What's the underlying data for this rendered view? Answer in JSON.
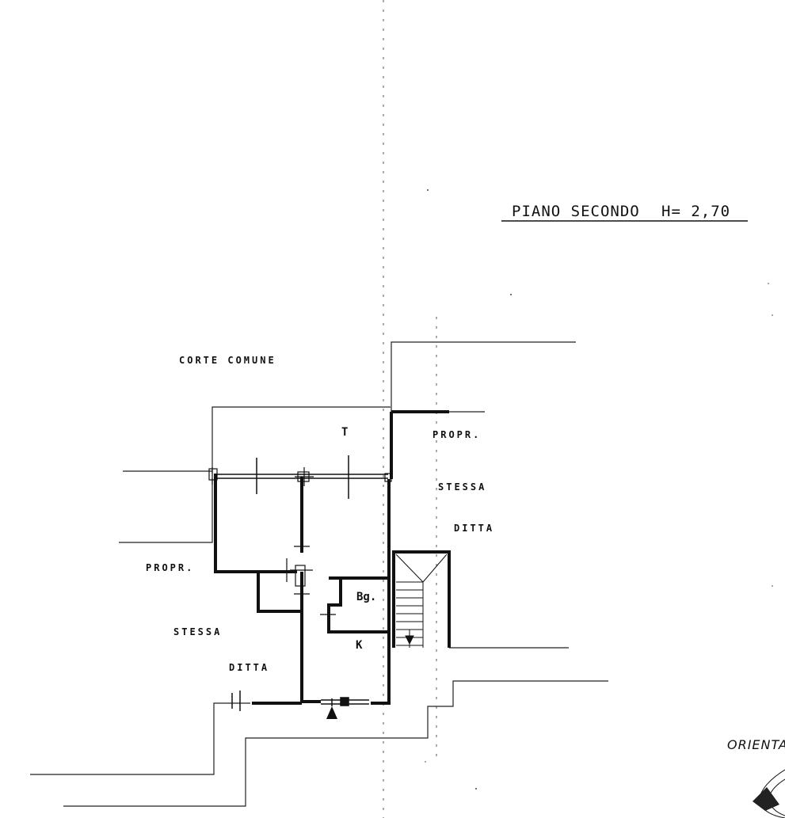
{
  "plan": {
    "title": "PIANO SECONDO",
    "height_label": "H= 2,70",
    "labels": {
      "corte_comune": "CORTE   COMUNE",
      "propr_right": "PROPR.",
      "stessa_right": "STESSA",
      "ditta_right": "DITTA",
      "propr_left": "PROPR.",
      "stessa_left": "STESSA",
      "ditta_left": "DITTA"
    },
    "rooms": {
      "terrace": "T",
      "bath": "Bg.",
      "kitchen": "K"
    },
    "orientation": "ORIENTA"
  }
}
